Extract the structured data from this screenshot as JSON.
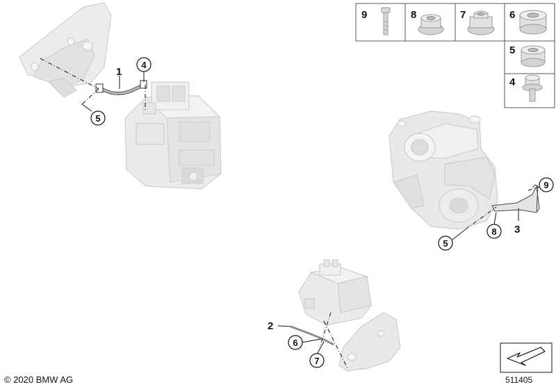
{
  "copyright": "© 2020 BMW AG",
  "image_number": "511405",
  "parts_grid": [
    {
      "num": "9",
      "icon": "bolt-icon"
    },
    {
      "num": "8",
      "icon": "flange-nut-icon"
    },
    {
      "num": "7",
      "icon": "collar-nut-icon"
    },
    {
      "num": "6",
      "icon": "hex-nut-icon"
    },
    {
      "num": "5",
      "icon": "hex-nut-icon"
    },
    {
      "num": "4",
      "icon": "flange-bolt-icon"
    }
  ],
  "callouts": {
    "c1": "1",
    "c4": "4",
    "c5a": "5",
    "c9": "9",
    "c8": "8",
    "c3": "3",
    "c5b": "5",
    "c2": "2",
    "c6": "6",
    "c7": "7"
  },
  "colors": {
    "part_fill": "#e9e9e9",
    "part_stroke": "#c8c8c8",
    "line": "#111111"
  }
}
